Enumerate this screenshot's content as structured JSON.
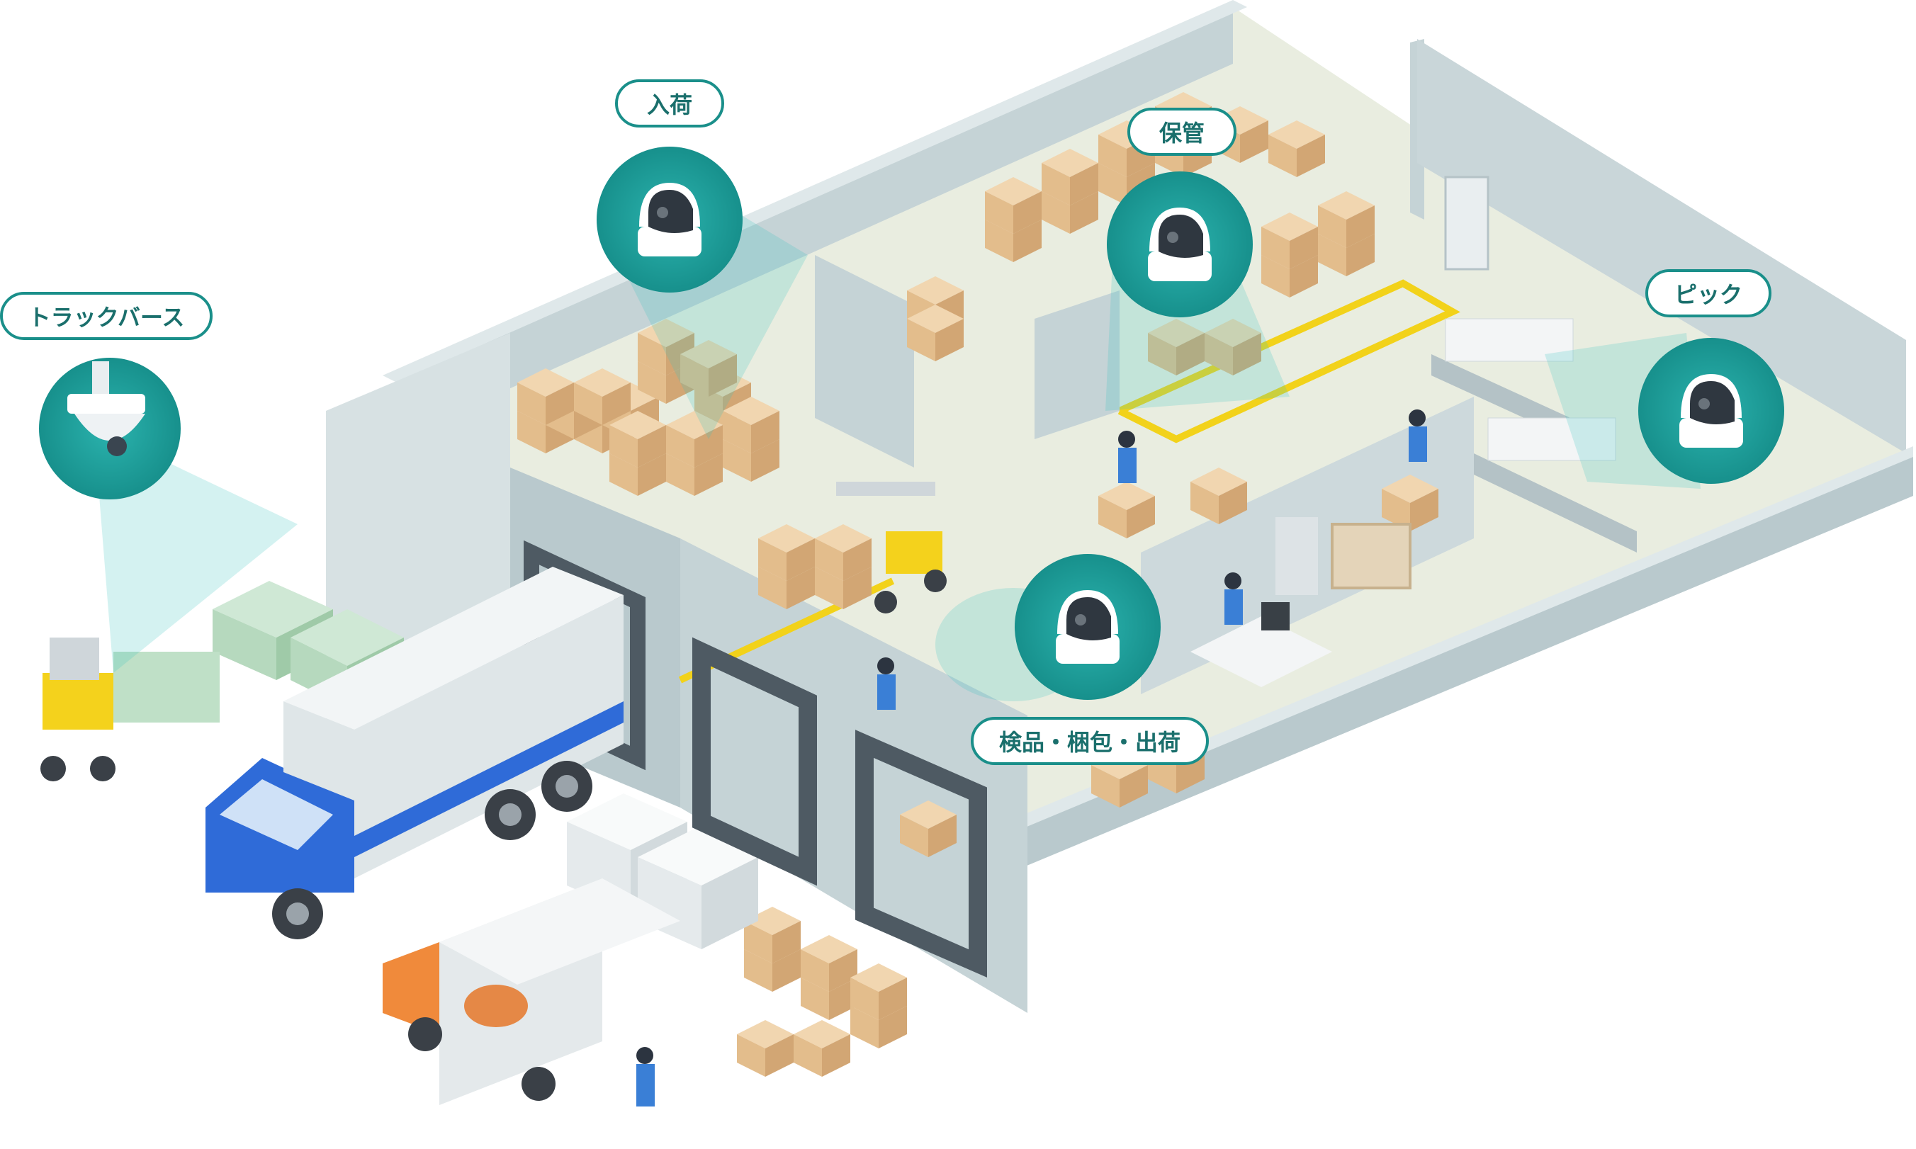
{
  "zones": {
    "truck_berth": {
      "label": "トラックバース"
    },
    "receiving": {
      "label": "入荷"
    },
    "storage": {
      "label": "保管"
    },
    "picking": {
      "label": "ピック"
    },
    "inspection": {
      "label": "検品・梱包・出荷"
    }
  },
  "colors": {
    "camera_teal": "#1f9a97",
    "label_border": "#1a8f8a",
    "label_text": "#1a6f6c",
    "wall": "#b9c9cd",
    "wall_top": "#dfe8ea",
    "floor": "#e9ede0",
    "box": "#e6c49a",
    "pallet": "#bfe0c7",
    "floor_line": "#f2d21a",
    "truck_blue": "#2f6bd8",
    "truck_orange": "#f08a3b",
    "forklift_yellow": "#f4d21c"
  },
  "icons": [
    "ptz-camera-icon",
    "dome-camera-icon"
  ]
}
